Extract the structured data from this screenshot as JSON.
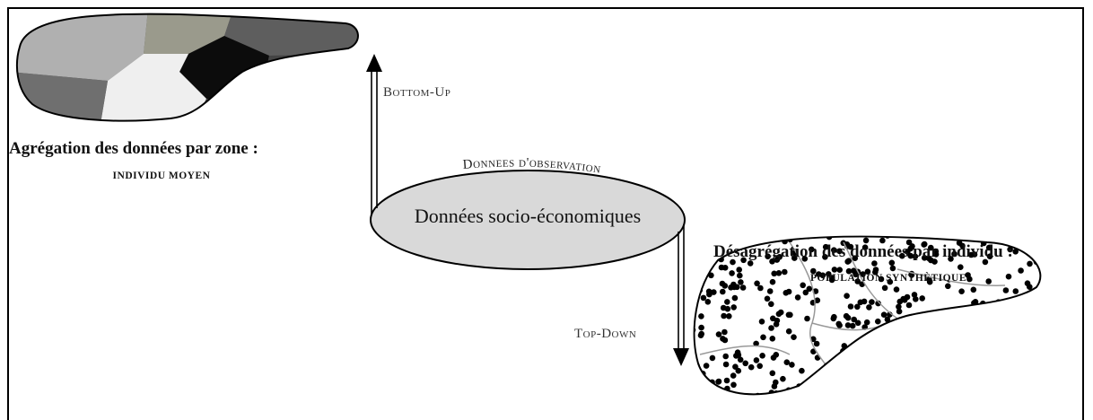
{
  "aggregation": {
    "title": "Agrégation des données par zone :",
    "subtitle": "INDIVIDU MOYEN"
  },
  "disaggregation": {
    "title": "Désagrégation des données par individu :",
    "subtitle": "POPULATION SYNTHÈTIQUE"
  },
  "center": {
    "label": "Données socio-économiques",
    "arc_label": "Donnees d'observation"
  },
  "arrows": {
    "bottom_up": "Bottom-Up",
    "top_down": "Top-Down"
  },
  "colors": {
    "ellipse_fill": "#d9d9d9",
    "outline": "#000000"
  }
}
